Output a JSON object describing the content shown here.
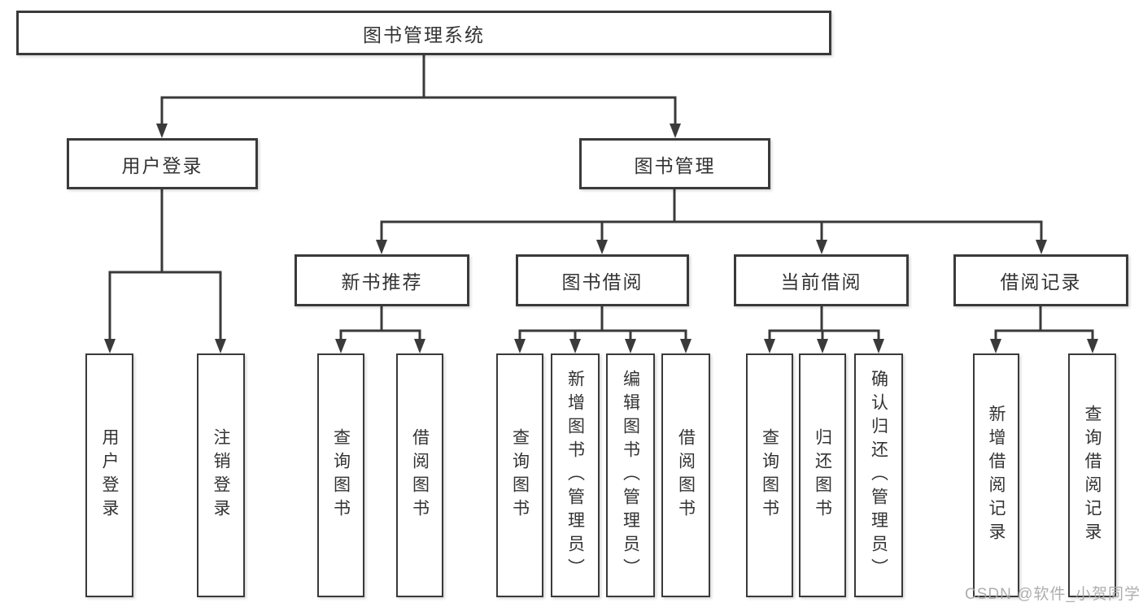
{
  "nodes": {
    "root": {
      "label": "图书管理系统"
    },
    "user_login": {
      "label": "用户登录"
    },
    "book_mgmt": {
      "label": "图书管理"
    },
    "new_books": {
      "label": "新书推荐"
    },
    "book_borrow": {
      "label": "图书借阅"
    },
    "current_borrow": {
      "label": "当前借阅"
    },
    "borrow_records": {
      "label": "借阅记录"
    },
    "ul_login": {
      "label": "用户登录"
    },
    "ul_logout": {
      "label": "注销登录"
    },
    "nb_query": {
      "label": "查询图书"
    },
    "nb_borrow": {
      "label": "借阅图书"
    },
    "bb_query": {
      "label": "查询图书"
    },
    "bb_add": {
      "label": "新增图书（管理员）"
    },
    "bb_edit": {
      "label": "编辑图书（管理员）"
    },
    "bb_borrow": {
      "label": "借阅图书"
    },
    "cb_query": {
      "label": "查询图书"
    },
    "cb_return": {
      "label": "归还图书"
    },
    "cb_confirm": {
      "label": "确认归还（管理员）"
    },
    "br_add": {
      "label": "新增借阅记录"
    },
    "br_query": {
      "label": "查询借阅记录"
    }
  },
  "edges": [
    {
      "from": "root",
      "to": [
        "user_login",
        "book_mgmt"
      ]
    },
    {
      "from": "user_login",
      "to": [
        "ul_login",
        "ul_logout"
      ]
    },
    {
      "from": "book_mgmt",
      "to": [
        "new_books",
        "book_borrow",
        "current_borrow",
        "borrow_records"
      ]
    },
    {
      "from": "new_books",
      "to": [
        "nb_query",
        "nb_borrow"
      ]
    },
    {
      "from": "book_borrow",
      "to": [
        "bb_query",
        "bb_add",
        "bb_edit",
        "bb_borrow"
      ]
    },
    {
      "from": "current_borrow",
      "to": [
        "cb_query",
        "cb_return",
        "cb_confirm"
      ]
    },
    {
      "from": "borrow_records",
      "to": [
        "br_add",
        "br_query"
      ]
    }
  ],
  "colors": {
    "line": "#3a3a3a",
    "box_border": "#3a3a3a",
    "text": "#333333",
    "background": "#ffffff",
    "watermark": "#a5a5a5"
  },
  "watermark": {
    "text": "CSDN @软件_小贺同学"
  }
}
